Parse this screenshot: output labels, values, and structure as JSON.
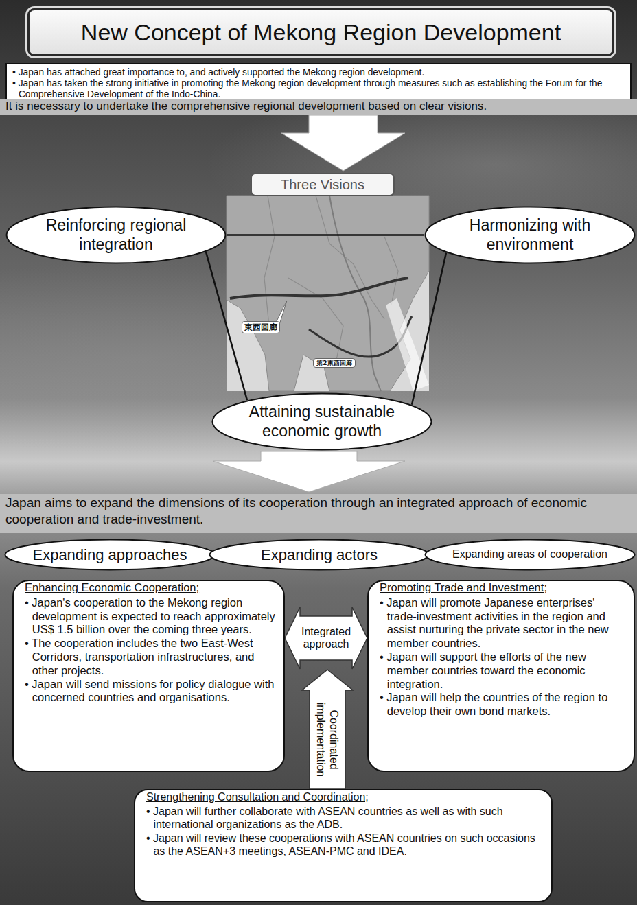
{
  "diagram": {
    "title": "New Concept of Mekong Region Development",
    "nodes": [
      {
        "text": [
          "• Japan has attached great importance to, and actively supported the Mekong region development.",
          "• Japan has taken the strong initiative in promoting the Mekong region development through measures such as establishing the Forum for the Comprehensive Development of the Indo-China."
        ]
      },
      {
        "text": [
          "It is necessary to undertake the comprehensive regional development based on clear visions."
        ]
      },
      {
        "text": [
          "Three Visions"
        ]
      },
      {
        "text": [
          "Reinforcing regional integration"
        ]
      },
      {
        "text": [
          "Harmonizing with environment"
        ]
      },
      {
        "text": [
          "Attaining sustainable economic growth"
        ]
      },
      {
        "text": [
          "Japan aims to expand the dimensions of its cooperation through an integrated approach of economic cooperation and trade-investment."
        ]
      },
      {
        "text": [
          "Expanding approaches"
        ]
      },
      {
        "text": [
          "Expanding actors"
        ]
      },
      {
        "text": [
          "Expanding areas of cooperation"
        ]
      },
      {
        "text": [
          "Enhancing Economic Cooperation;",
          "• Japan's cooperation to the Mekong region development is expected to reach approximately US$ 1.5 billion over the coming three years.",
          "• The cooperation includes the two East-West Corridors, transportation infrastructures, and other projects.",
          "• Japan will send missions for policy dialogue with concerned countries and organisations."
        ]
      },
      {
        "text": [
          "Promoting Trade and Investment;",
          "• Japan will promote Japanese enterprises' trade-investment activities in the region and assist nurturing the private sector in the new member countries.",
          "• Japan will support the efforts of the new member countries toward the economic integration.",
          "• Japan will help the countries of the region to develop their own bond markets."
        ]
      },
      {
        "text": [
          "Strengthening Consultation and Coordination;",
          "• Japan will further collaborate with ASEAN countries as well as with such international organizations as the ADB.",
          "• Japan will review these cooperations with ASEAN countries on such occasions as the ASEAN+3 meetings, ASEAN-PMC and IDEA."
        ]
      }
    ],
    "edges": [
      {
        "from": 1,
        "to": 2,
        "arrow": "to"
      },
      {
        "from": 3,
        "to": 4,
        "arrow": "none"
      },
      {
        "from": 3,
        "to": 5,
        "arrow": "none"
      },
      {
        "from": 4,
        "to": 5,
        "arrow": "none"
      },
      {
        "from": 5,
        "to": 6,
        "arrow": "to"
      },
      {
        "from": 10,
        "to": 11,
        "label": "Integrated approach",
        "arrow": "both"
      }
    ],
    "labels": [
      "Coordinated implementation",
      "東西回廊",
      "第2東西回廊"
    ]
  }
}
